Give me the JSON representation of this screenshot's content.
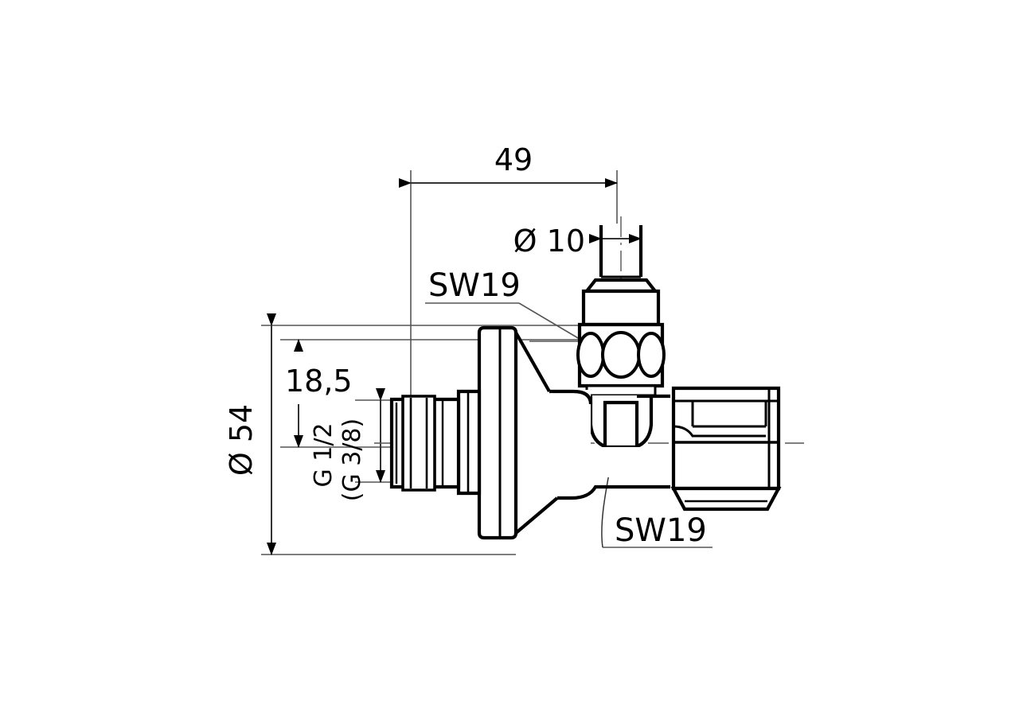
{
  "drawing": {
    "title": "Angle valve technical dimension drawing",
    "background_color": "#ffffff",
    "line_color": "#000000",
    "dimension_line_color": "#4d4d4d",
    "units": "mm"
  },
  "dimensions": {
    "length_49": {
      "label": "49",
      "value": 49,
      "orientation": "horizontal",
      "name": "overall-length-dimension"
    },
    "outlet_dia_10": {
      "label": "Ø 10",
      "value": 10,
      "orientation": "horizontal",
      "name": "outlet-diameter-dimension"
    },
    "flange_dia_54": {
      "label": "Ø 54",
      "value": 54,
      "orientation": "vertical-rotated",
      "name": "flange-diameter-dimension"
    },
    "height_18_5": {
      "label": "18,5",
      "value": 18.5,
      "orientation": "vertical",
      "name": "inlet-offset-dimension"
    },
    "thread_main": {
      "label": "G 1/2",
      "orientation": "vertical-rotated",
      "name": "inlet-thread-size-primary"
    },
    "thread_alt": {
      "label": "(G 3/8)",
      "orientation": "vertical-rotated",
      "name": "inlet-thread-size-alternate"
    }
  },
  "callouts": [
    {
      "label": "SW19",
      "name": "callout-sw19-bonnet",
      "target": "valve-bonnet-hex"
    },
    {
      "label": "SW19",
      "name": "callout-sw19-body-hex",
      "target": "valve-body-hex"
    }
  ]
}
